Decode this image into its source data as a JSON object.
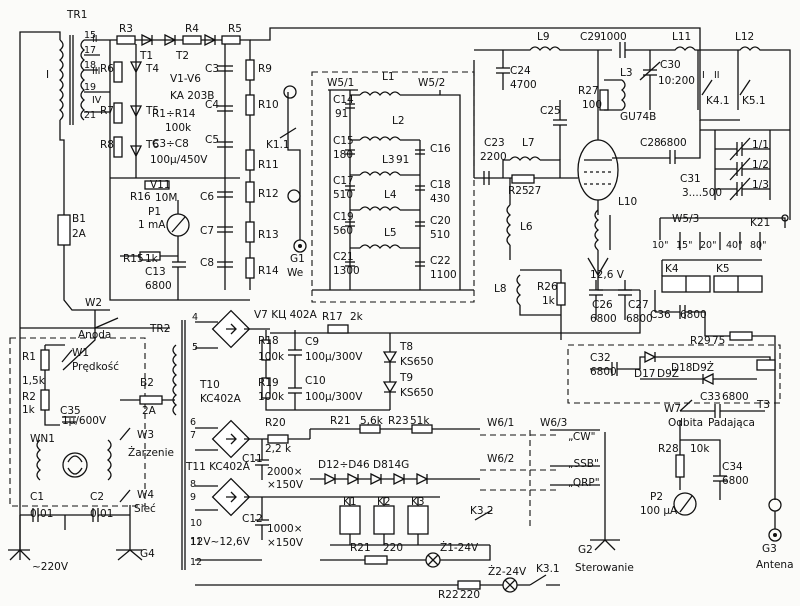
{
  "labels": {
    "tr1": "TR1",
    "tr2": "TR2",
    "i_primary": "I",
    "ii": "II",
    "iii": "III",
    "iv": "IV",
    "w15": "15",
    "w17": "17",
    "w18": "18",
    "w19": "19",
    "w21": "21",
    "w4": "W4",
    "w1": "W1",
    "r3": "R3",
    "r4": "R4",
    "r5": "R5",
    "r6": "R6",
    "r7": "R7",
    "r8": "R8",
    "r9": "R9",
    "r10": "R10",
    "r11": "R11",
    "r12": "R12",
    "r13": "R13",
    "r14": "R14",
    "t1": "T1",
    "t2": "T2",
    "t3": "T3",
    "t4": "T4",
    "t5": "T5",
    "t6": "T6",
    "v1v6": "V1-V6",
    "ka203b": "KA 203B",
    "r1r14": "R1÷R14",
    "r100k": "100k",
    "c3c8": "C3÷C8",
    "c100u450": "100μ/450V",
    "c3": "C3",
    "c4": "C4",
    "c5": "C5",
    "c6": "C6",
    "c7": "C7",
    "c8": "C8",
    "v11": "V11",
    "r10m": "10M",
    "r16": "R16",
    "p1": "P1",
    "p1val": "1 mA",
    "r15": "R15",
    "r15val": "1k",
    "c13": "C13",
    "c13val": "6800",
    "b1": "B1",
    "b1val": "2A",
    "k11": "K1.1",
    "g1": "G1",
    "we": "We",
    "w51": "W5/1",
    "w52": "W5/2",
    "l1": "L1",
    "l2": "L2",
    "l3": "L3",
    "l3v": "91",
    "l4": "L4",
    "l5": "L5",
    "c14": "C14",
    "c14v": "91",
    "c15": "C15",
    "c15v": "180",
    "c16": "C16",
    "c17": "C17",
    "c17v": "510",
    "c18": "C18",
    "c18v": "430",
    "c19": "C19",
    "c19v": "560",
    "c20": "C20",
    "c20v": "510",
    "c21": "C21",
    "c21v": "1300",
    "c22": "C22",
    "c22v": "1100",
    "l9": "L9",
    "c24": "C24",
    "c24v": "4700",
    "c23": "C23",
    "c23v": "2200",
    "l7": "L7",
    "r25": "R25",
    "r25v": "27",
    "l6": "L6",
    "c25": "C25",
    "c29": "C29",
    "c29v": "1000",
    "l11": "L11",
    "l12": "L12",
    "r27": "R27",
    "r27v": "100",
    "l3b": "L3",
    "c30": "C30",
    "c30v": "10:200",
    "gu74b": "GU74B",
    "k41": "K4.1",
    "k51": "K5.1",
    "c28": "C28",
    "c28v": "6800",
    "c31": "C31",
    "c31v": "3....500",
    "c1_1": "1/1",
    "c1_2": "1/2",
    "c1_3": "1/3",
    "l10": "L10",
    "v126": "12,6 V",
    "l8": "L8",
    "r26": "R26",
    "r26v": "1k",
    "c26": "C26",
    "c26v": "6800",
    "c27": "C27",
    "c27v": "6800",
    "w53": "W5/3",
    "k21": "K21",
    "band10": "10\"",
    "band15": "15\"",
    "band20": "20\"",
    "band40": "40\"",
    "band80": "80\"",
    "k4": "K4",
    "k5": "K5",
    "c36": "C36",
    "c36v": "6800",
    "r29": "R29",
    "r29v": "75",
    "w2": "W2",
    "anoda": "Anoda",
    "r1": "R1",
    "r1v": "1,5k",
    "r2": "R2",
    "r2v": "1k",
    "predkosc": "Prędkość",
    "b2": "B2",
    "b2v": "2A",
    "c35": "C35",
    "c35v": "1μ/600V",
    "wn1": "WN1",
    "w3": "W3",
    "zarzenie": "Żarzenie",
    "c1": "C1",
    "c1v": "0,01",
    "c2": "C2",
    "c2v": "0,01",
    "siec": "Sieć",
    "mains": "~220V",
    "g4": "G4",
    "v7": "V7 KЦ 402A",
    "r17": "R17",
    "r17v": "2k",
    "r18": "R18",
    "r18v": "100k",
    "c9": "C9",
    "c9v": "100μ/300V",
    "c10": "C10",
    "c10v": "100μ/300V",
    "r19": "R19",
    "r19v": "100k",
    "t8": "T8",
    "t8v": "KS650",
    "t9": "T9",
    "t9v": "KS650",
    "t10": "T10",
    "t10v": "KC402A",
    "r20": "R20",
    "r20v": "2,2 k",
    "r21a": "R21",
    "r21av": "5,6k",
    "r23": "R23",
    "r23v": "51k",
    "w61": "W6/1",
    "w63": "W6/3",
    "cw": "„CW\"",
    "ssb": "„SSB\"",
    "qrp": "„QRP\"",
    "w62": "W6/2",
    "t11": "T11 KC402A",
    "c11": "C11",
    "c11v": "2000×",
    "c11vv": "×150V",
    "d12": "D12÷D46 D814G",
    "c12": "C12",
    "c12v": "1000×",
    "c12vv": "×150V",
    "k1": "K1",
    "k2": "K2",
    "k3": "K3",
    "k32": "K3.2",
    "r21b": "R21",
    "r21bv": "220",
    "z1": "Ż1-24V",
    "z2": "Ż2-24V",
    "k31": "K3.1",
    "r22": "R22",
    "r22v": "220",
    "g2": "G2",
    "sterowanie": "Sterowanie",
    "v126b": "12V~12,6V",
    "c32": "C32",
    "c32v": "6800",
    "d17": "D17",
    "d9z": "D9Ż",
    "d18": "D18",
    "d9z2": "D9Ż",
    "c33": "C33",
    "c33v": "6800",
    "w7": "W7",
    "odbita": "Odbita",
    "padajaca": "Padająca",
    "r28": "R28",
    "r28v": "10k",
    "c34": "C34",
    "c34v": "6800",
    "p2": "P2",
    "p2v": "100 μA",
    "g3": "G3",
    "antena": "Antena",
    "p4": "4",
    "p5": "5",
    "p6": "6",
    "p7": "7",
    "p8": "8",
    "p9": "9",
    "p10": "10",
    "p11": "11",
    "p12": "12",
    "pI": "I",
    "pII": "II"
  }
}
